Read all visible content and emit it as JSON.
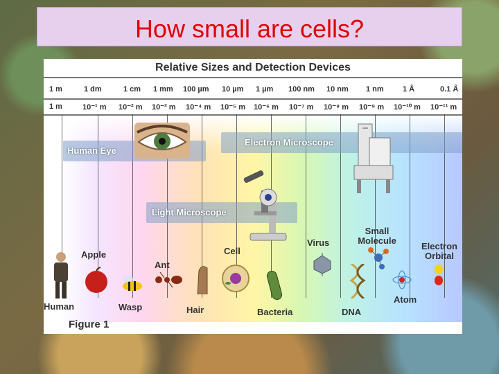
{
  "slide": {
    "title": "How small are cells?"
  },
  "figure": {
    "heading": "Relative Sizes and Detection Devices",
    "caption": "Figure 1",
    "scale_top": [
      "1 m",
      "1 dm",
      "1 cm",
      "1 mm",
      "100 µm",
      "10 µm",
      "1 µm",
      "100 nm",
      "10 nm",
      "1 nm",
      "1 Å",
      "0.1 Å"
    ],
    "scale_bottom": [
      "1 m",
      "10⁻¹ m",
      "10⁻² m",
      "10⁻³ m",
      "10⁻⁴ m",
      "10⁻⁵ m",
      "10⁻⁶ m",
      "10⁻⁷ m",
      "10⁻⁸ m",
      "10⁻⁹ m",
      "10⁻¹⁰ m",
      "10⁻¹¹ m"
    ],
    "devices": {
      "human_eye": "Human Eye",
      "electron_microscope": "Electron Microscope",
      "light_microscope": "Light Microscope"
    },
    "objects": {
      "human": "Human",
      "apple": "Apple",
      "wasp": "Wasp",
      "ant": "Ant",
      "hair": "Hair",
      "cell": "Cell",
      "bacteria": "Bacteria",
      "virus": "Virus",
      "dna": "DNA",
      "small_molecule": "Small Molecule",
      "atom": "Atom",
      "electron_orbital": "Electron Orbital"
    }
  }
}
